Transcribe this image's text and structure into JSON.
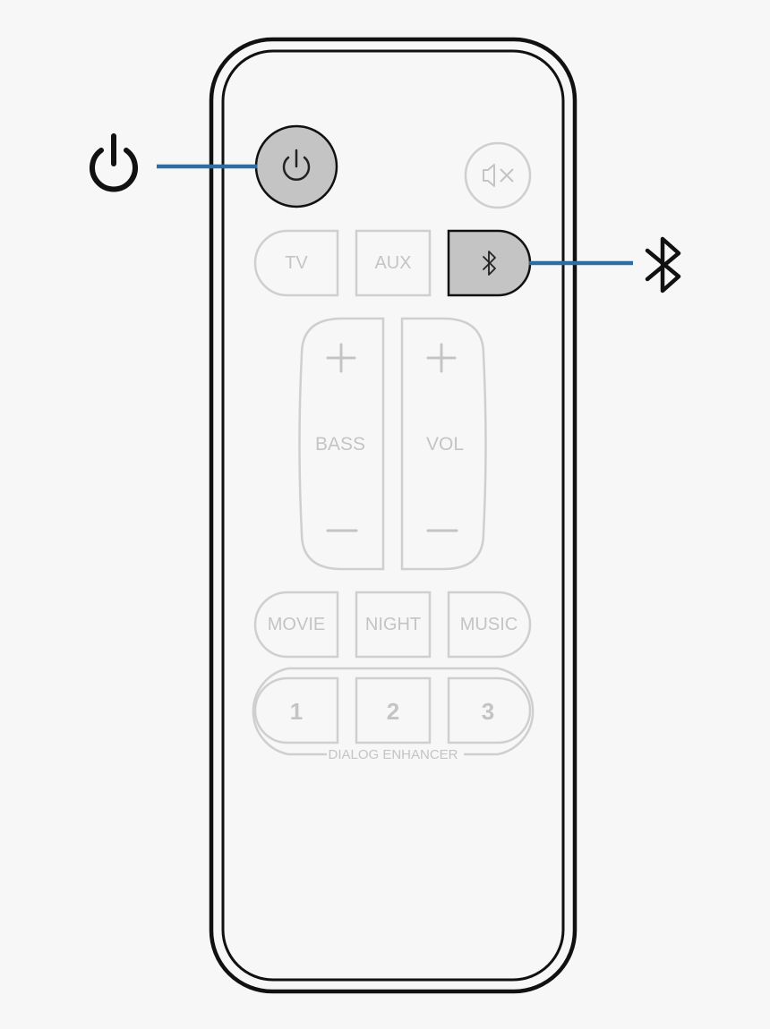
{
  "remote": {
    "buttons": {
      "power": {
        "icon": "power-icon",
        "highlighted": true
      },
      "mute": {
        "icon": "mute-icon",
        "highlighted": false
      },
      "tv": {
        "label": "TV"
      },
      "aux": {
        "label": "AUX"
      },
      "bluetooth": {
        "icon": "bluetooth-icon",
        "highlighted": true
      },
      "bass": {
        "label": "BASS"
      },
      "vol": {
        "label": "VOL"
      },
      "movie": {
        "label": "MOVIE"
      },
      "night": {
        "label": "NIGHT"
      },
      "music": {
        "label": "MUSIC"
      },
      "dialog_1": {
        "label": "1"
      },
      "dialog_2": {
        "label": "2"
      },
      "dialog_3": {
        "label": "3"
      }
    },
    "dialog_group_label": "DIALOG ENHANCER"
  },
  "callouts": [
    {
      "icon": "power-icon",
      "target": "power-button"
    },
    {
      "icon": "bluetooth-icon",
      "target": "bluetooth-button"
    }
  ],
  "colors": {
    "background": "#f7f7f7",
    "outline": "#111111",
    "inactive": "#c4c4c4",
    "highlight_fill": "#c4c4c4",
    "callout_line": "#2e6da4"
  }
}
